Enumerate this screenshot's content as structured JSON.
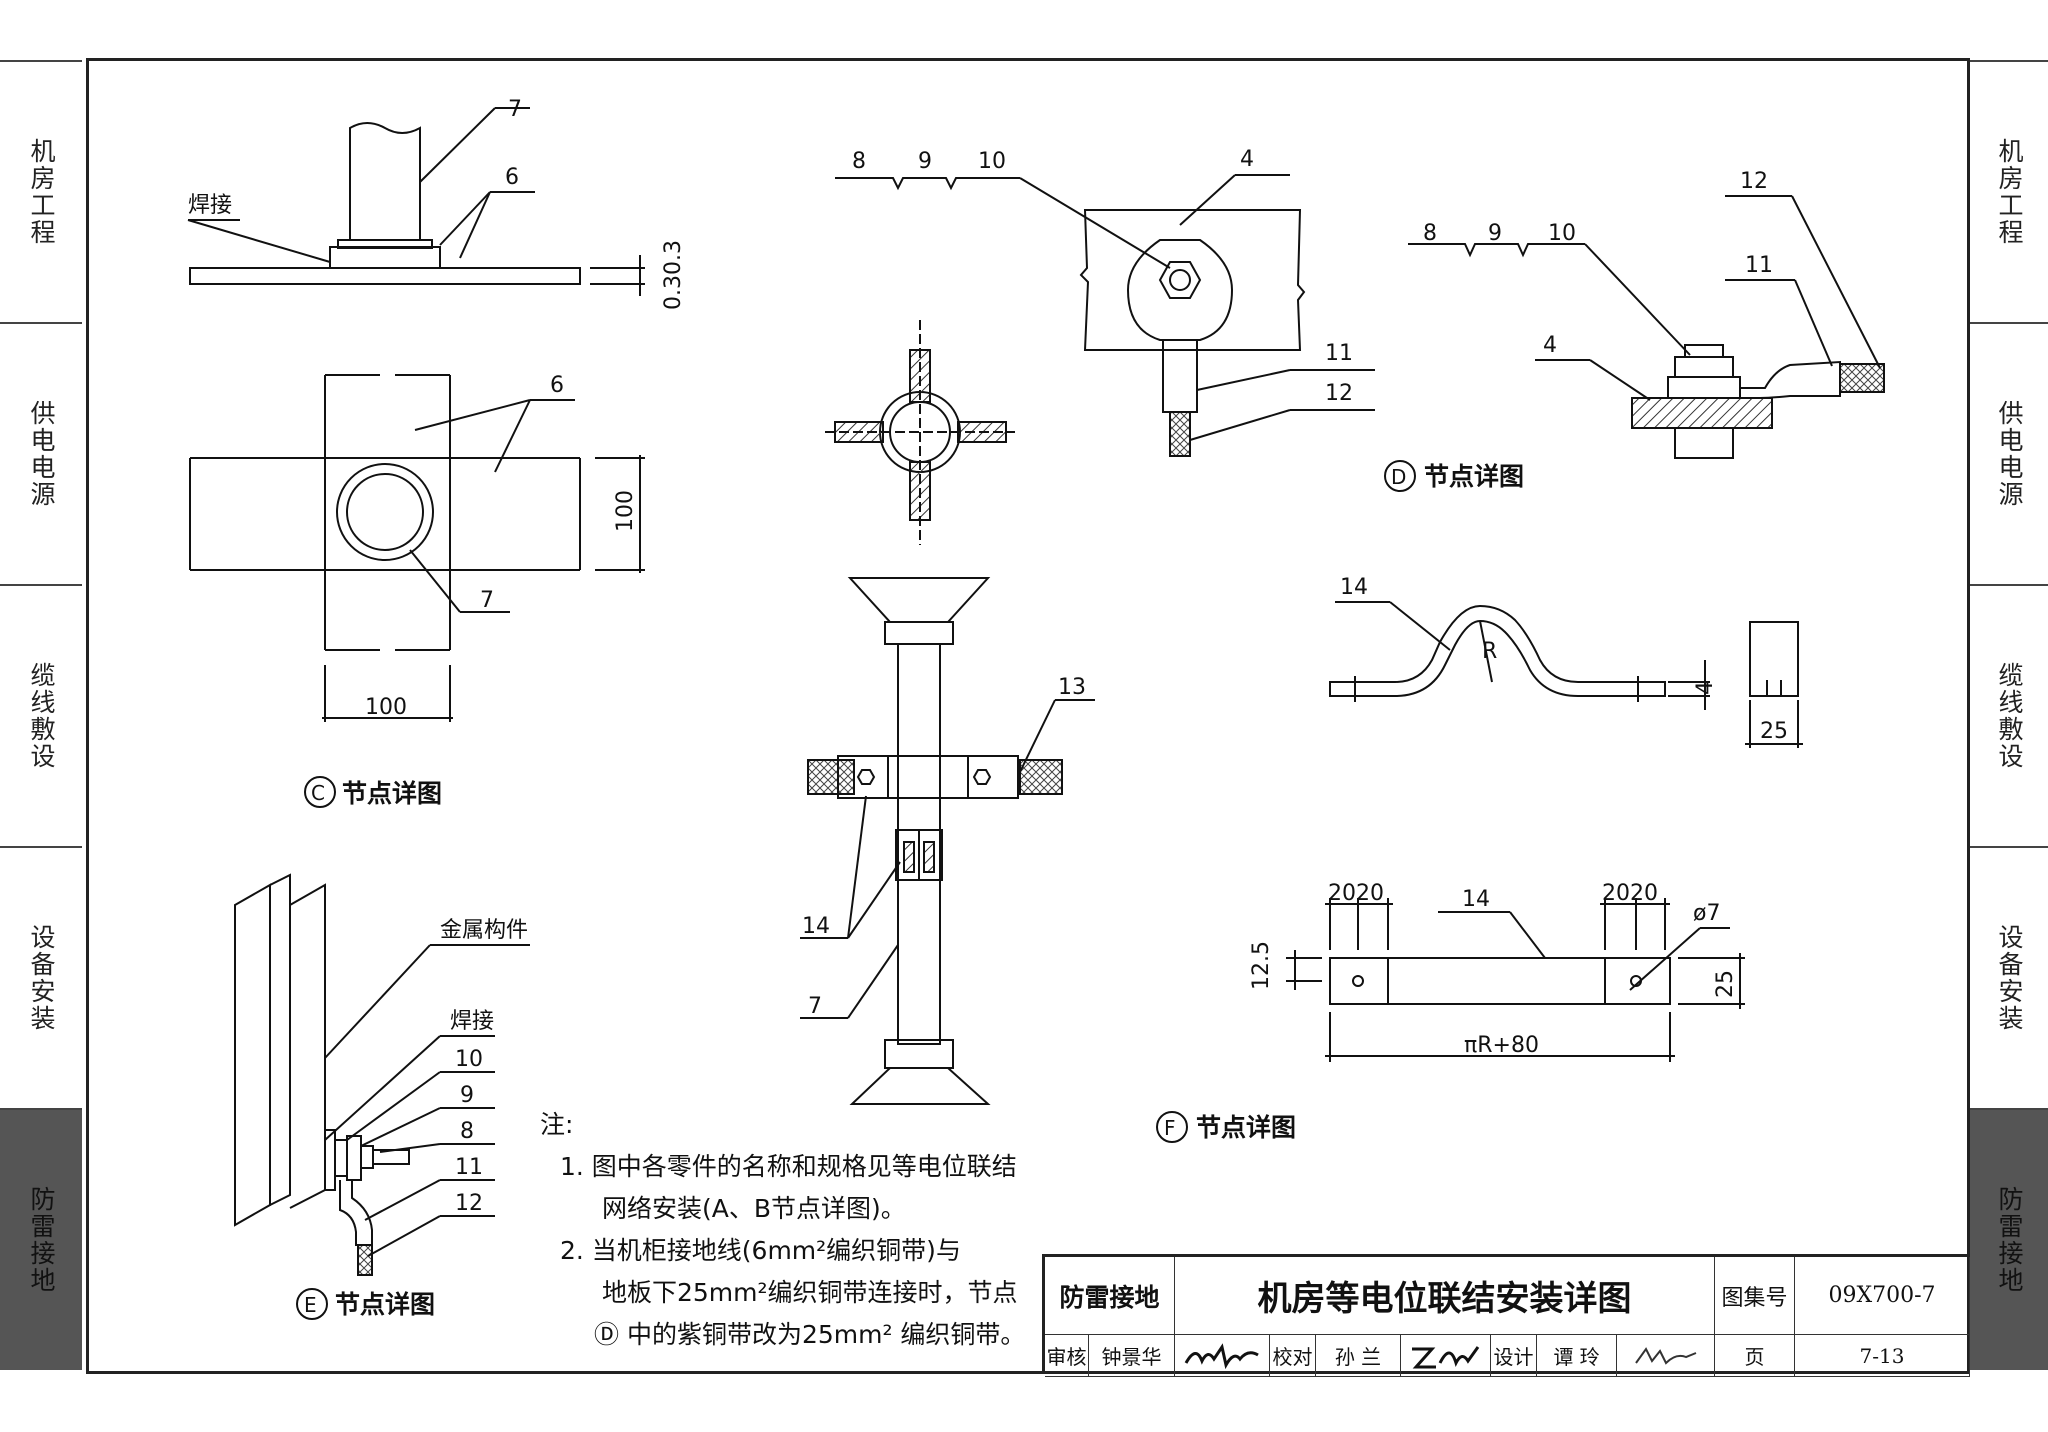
{
  "side_tabs": {
    "left": [
      "机房工程",
      "供电电源",
      "缆线敷设",
      "设备安装",
      "防雷接地"
    ],
    "right": [
      "机房工程",
      "供电电源",
      "缆线敷设",
      "设备安装",
      "防雷接地"
    ],
    "active_index": 4
  },
  "details": {
    "c": {
      "caption_letter": "C",
      "caption": "节点详图",
      "weld": "焊接",
      "labels": {
        "l7": "7",
        "l6": "6",
        "l6b": "6",
        "l7b": "7"
      },
      "dims": {
        "thk": "0.30.3",
        "h100": "100",
        "w100": "100"
      }
    },
    "d": {
      "caption_letter": "D",
      "caption": "节点详图",
      "top_labels": {
        "l8": "8",
        "l9": "9",
        "l10": "10",
        "l4": "4",
        "l11": "11",
        "l12": "12"
      },
      "right_labels": {
        "l8": "8",
        "l9": "9",
        "l10": "10",
        "l12": "12",
        "l11": "11",
        "l4": "4"
      }
    },
    "center": {
      "l13": "13",
      "l14": "14",
      "l7": "7"
    },
    "e": {
      "caption_letter": "E",
      "caption": "节点详图",
      "metal": "金属构件",
      "weld": "焊接",
      "labels": {
        "l10": "10",
        "l9": "9",
        "l8": "8",
        "l11": "11",
        "l12": "12"
      }
    },
    "f": {
      "caption_letter": "F",
      "caption": "节点详图",
      "strap": {
        "l14": "14",
        "radius": "R",
        "thk": "4",
        "w25": "25"
      },
      "flat": {
        "d2020a": "2020",
        "d2020b": "2020",
        "l14": "14",
        "hole": "ø7",
        "d125": "12.5",
        "d25": "25",
        "len": "πR+80"
      }
    }
  },
  "notes": {
    "title": "注:",
    "lines": [
      "1. 图中各零件的名称和规格见等电位联结",
      "网络安装(A、B节点详图)。",
      "2. 当机柜接地线(6mm²编织铜带)与",
      "地板下25mm²编织铜带连接时，节点",
      "Ⓓ 中的紫铜带改为25mm² 编织铜带。"
    ]
  },
  "title_block": {
    "category": "防雷接地",
    "title": "机房等电位联结安装详图",
    "atlas_label": "图集号",
    "atlas_no": "09X700-7",
    "review_label": "审核",
    "reviewer": "钟景华",
    "check_label": "校对",
    "checker": "孙 兰",
    "design_label": "设计",
    "designer": "谭 玲",
    "page_label": "页",
    "page_no": "7-13"
  }
}
